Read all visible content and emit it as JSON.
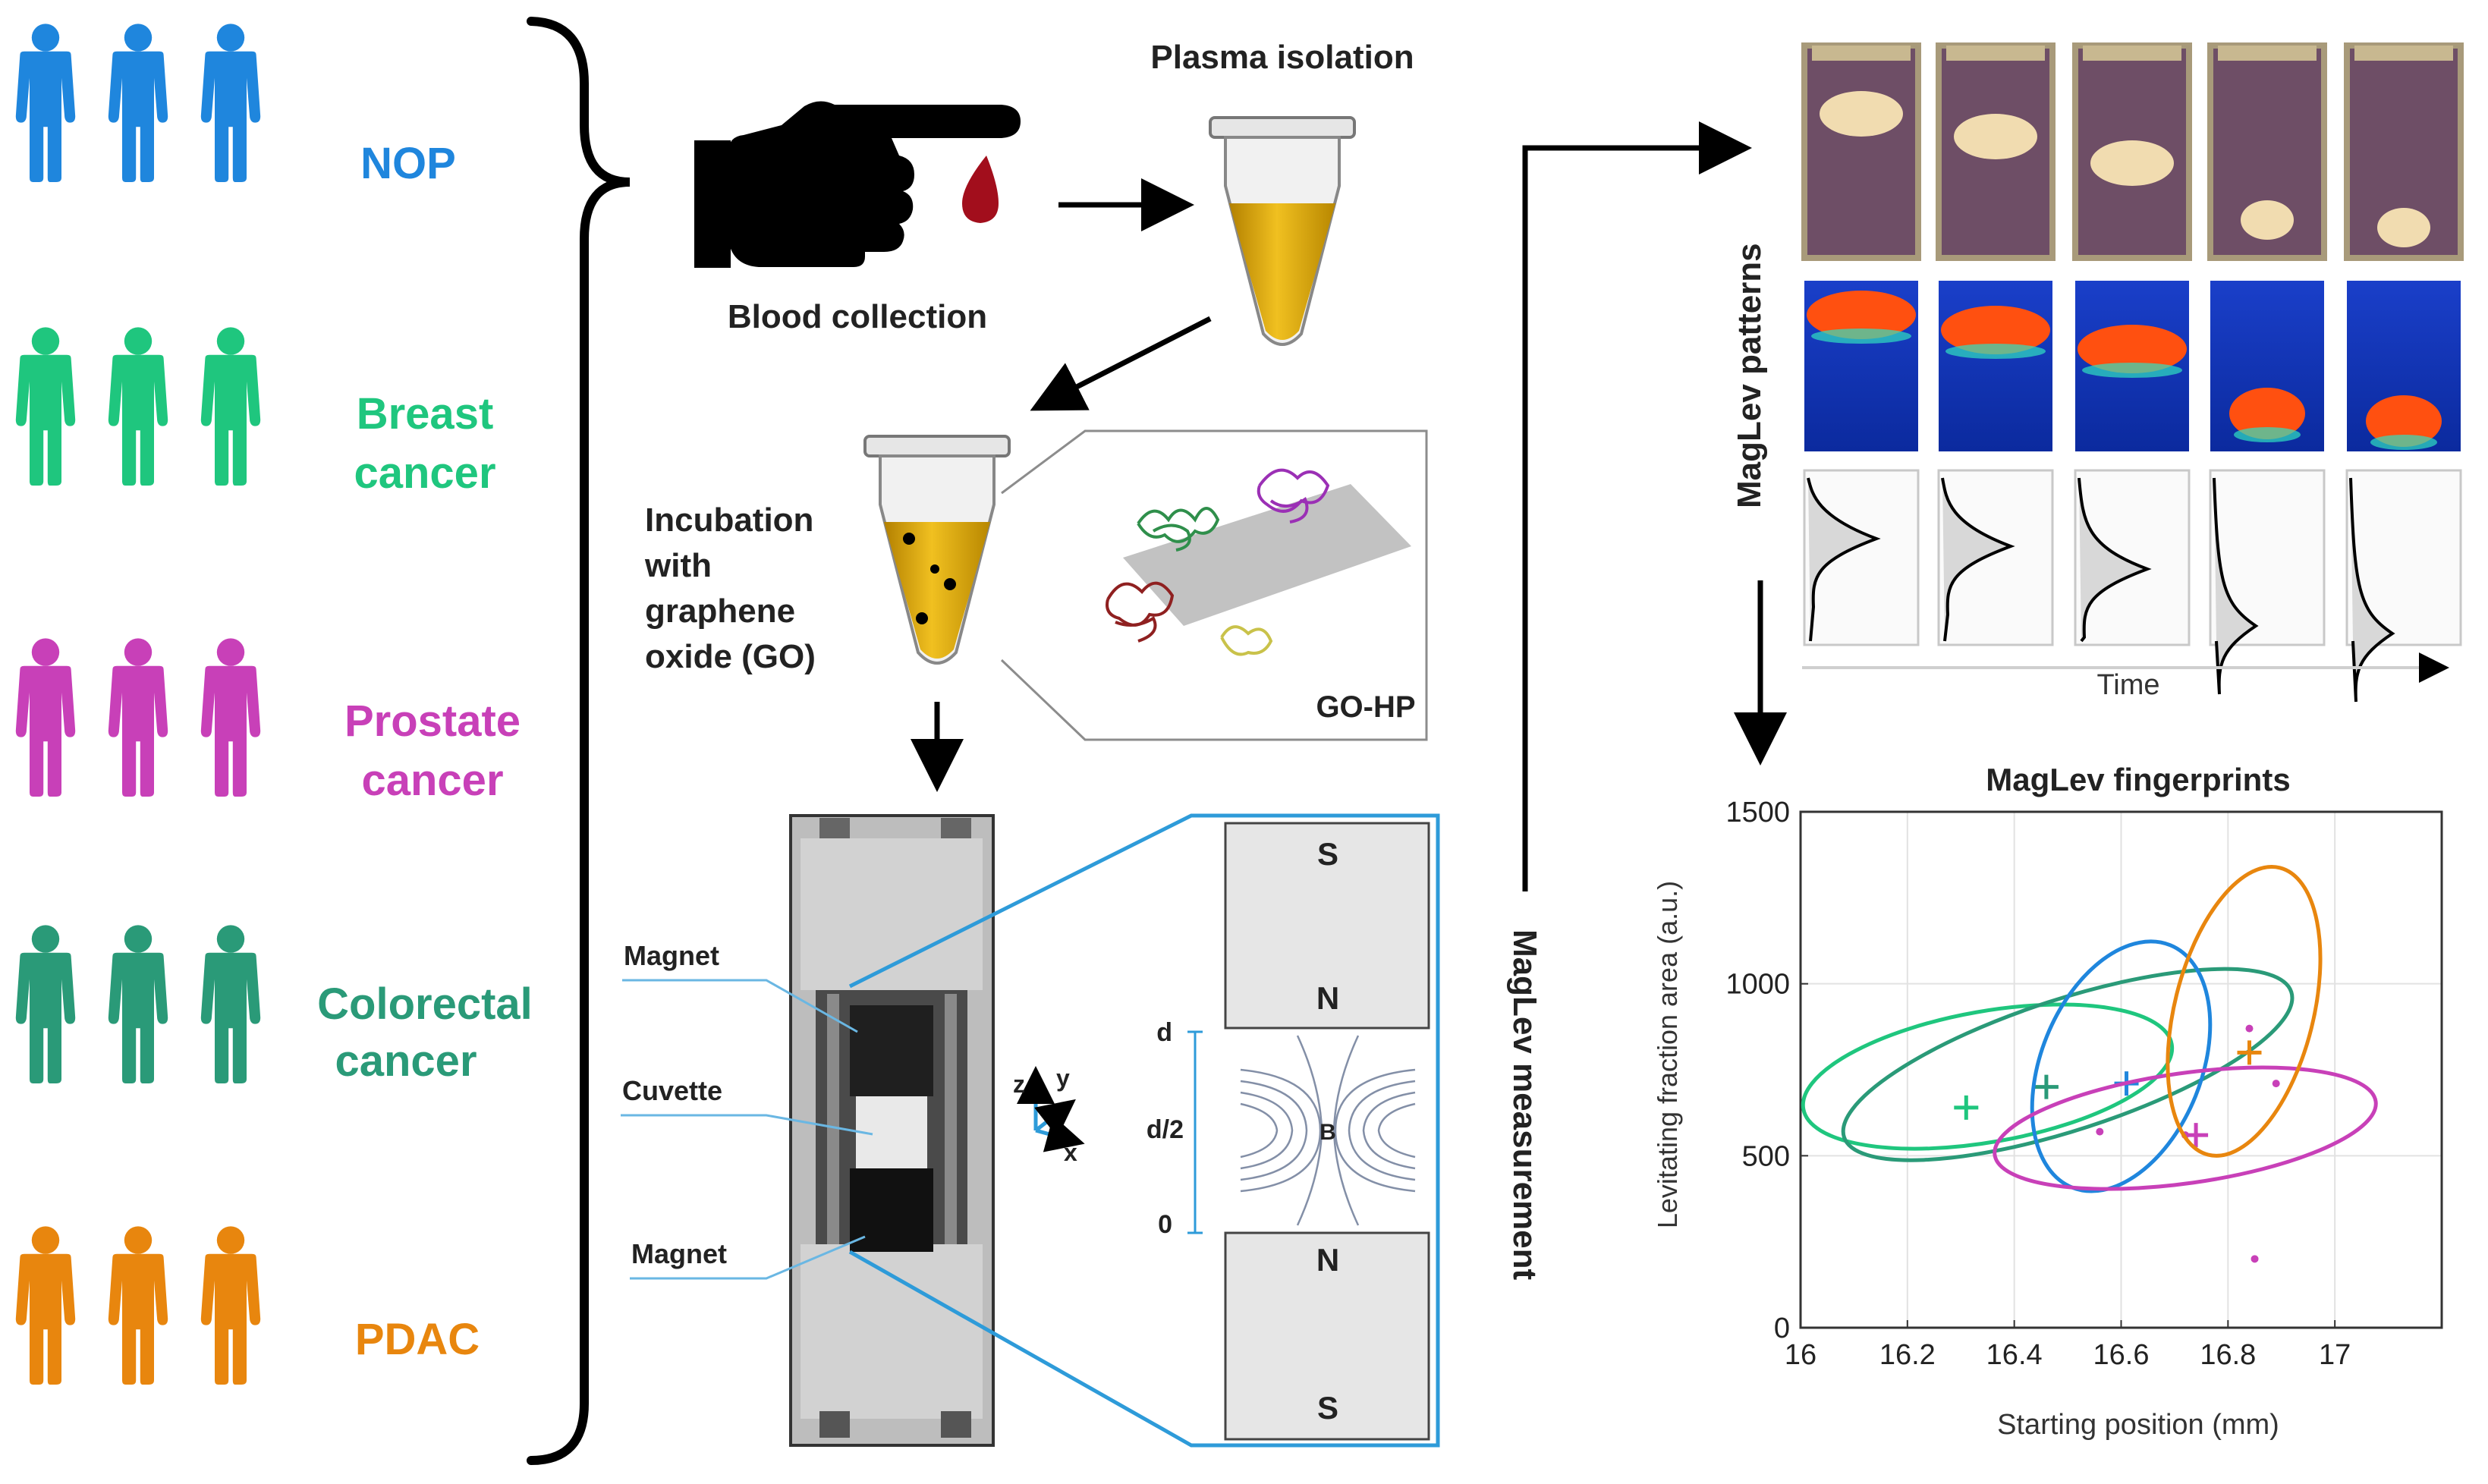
{
  "colors": {
    "nop": "#1f86dd",
    "breast": "#1fc67e",
    "prostate": "#c840b8",
    "colorectal": "#2a9a78",
    "pdac": "#e8860e",
    "cyan_accent": "#2e9bd9",
    "arrow": "#000000"
  },
  "groups": [
    {
      "key": "nop",
      "line1": "NOP",
      "line2": ""
    },
    {
      "key": "breast",
      "line1": "Breast",
      "line2": "cancer"
    },
    {
      "key": "prostate",
      "line1": "Prostate",
      "line2": "cancer"
    },
    {
      "key": "colorectal",
      "line1": "Colorectal",
      "line2": "cancer"
    },
    {
      "key": "pdac",
      "line1": "PDAC",
      "line2": ""
    }
  ],
  "labels": {
    "blood_collection": "Blood collection",
    "plasma_isolation": "Plasma isolation",
    "incubation": [
      "Incubation",
      "with",
      "graphene",
      "oxide (GO)"
    ],
    "go_hp": "GO-HP",
    "magnet_top": "Magnet",
    "cuvette": "Cuvette",
    "magnet_bottom": "Magnet",
    "axis_z": "z",
    "axis_y": "y",
    "axis_x": "x",
    "pole_s_top": "S",
    "pole_n_top": "N",
    "pole_n_bottom": "N",
    "pole_s_bottom": "S",
    "tick_d": "d",
    "tick_d2": "d/2",
    "tick_0": "0",
    "field_b": "B",
    "maglev_measurement": "MagLev measurement",
    "maglev_patterns": "MagLev patterns",
    "time": "Time"
  },
  "chart_data": {
    "type": "scatter",
    "title": "MagLev fingerprints",
    "xlabel": "Starting position (mm)",
    "ylabel": "Levitating fraction area (a.u.)",
    "xlim": [
      16,
      17.2
    ],
    "ylim": [
      0,
      1500
    ],
    "xticks": [
      "16",
      "16.2",
      "16.4",
      "16.6",
      "16.8",
      "17"
    ],
    "yticks": [
      "0",
      "500",
      "1000",
      "1500"
    ],
    "grid": true,
    "series": [
      {
        "key": "breast",
        "color": "#1fc67e",
        "center": [
          16.31,
          640
        ],
        "ellipse": {
          "cx": 16.35,
          "cy": 730,
          "rx": 0.35,
          "ry": 190,
          "angle": 10
        },
        "points": []
      },
      {
        "key": "colorectal",
        "color": "#2a9a78",
        "center": [
          16.46,
          700
        ],
        "ellipse": {
          "cx": 16.5,
          "cy": 765,
          "rx": 0.44,
          "ry": 190,
          "angle": 18
        },
        "points": []
      },
      {
        "key": "nop",
        "color": "#1f86dd",
        "center": [
          16.61,
          710
        ],
        "ellipse": {
          "cx": 16.6,
          "cy": 760,
          "rx": 0.15,
          "ry": 380,
          "angle": -22
        },
        "points": []
      },
      {
        "key": "prostate",
        "color": "#c840b8",
        "center": [
          16.74,
          560
        ],
        "ellipse": {
          "cx": 16.72,
          "cy": 580,
          "rx": 0.36,
          "ry": 160,
          "angle": 8
        },
        "points": [
          [
            16.56,
            570
          ],
          [
            16.84,
            870
          ],
          [
            16.89,
            710
          ],
          [
            16.85,
            200
          ],
          [
            16.72,
            560
          ]
        ]
      },
      {
        "key": "pdac",
        "color": "#e8860e",
        "center": [
          16.84,
          800
        ],
        "ellipse": {
          "cx": 16.83,
          "cy": 920,
          "rx": 0.13,
          "ry": 430,
          "angle": -14
        },
        "points": []
      }
    ]
  }
}
